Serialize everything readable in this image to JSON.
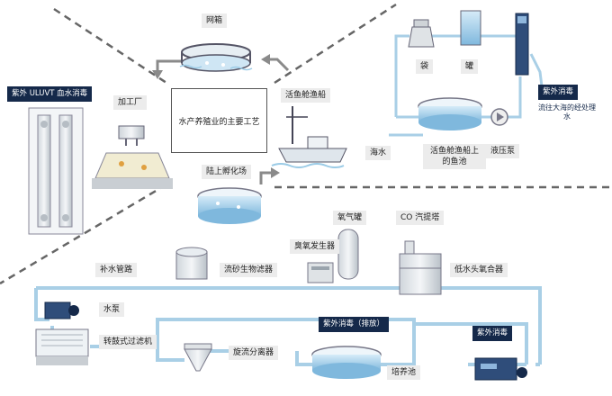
{
  "center_title": "水产养殖业的主要工艺",
  "top_processes": {
    "net_cage": "网箱",
    "processing_plant": "加工厂",
    "live_fish_vessel": "活鱼舱渔船",
    "land_hatchery": "陆上孵化场"
  },
  "vessel_system": {
    "bag": "袋",
    "tank": "罐",
    "seawater": "海水",
    "fish_tank": "活鱼舱渔船上的鱼池",
    "pump": "液压泵",
    "uv_label": "紫外消毒",
    "discharge_note": "流往大海的经处理水"
  },
  "left_uv": "紫外 ULUVT 血水消毒",
  "ras": {
    "oxygen_tank": "氧气罐",
    "co2_stripper": "CO 汽提塔",
    "ozone_generator": "臭氧发生器",
    "makeup_pipe": "补水管路",
    "sand_filter": "流砂生物滤器",
    "low_head_oxygenator": "低水头氧合器",
    "water_pump": "水泵",
    "drum_filter": "转鼓式过滤机",
    "hydrocyclone": "旋流分离器",
    "uv_discharge": "紫外消毒（排放）",
    "culture_tank": "培养池",
    "uv": "紫外消毒"
  },
  "colors": {
    "navy": "#15294a",
    "pipe": "#a9cfe6",
    "water": "#7fb8dd",
    "gray_label": "#ececec"
  }
}
